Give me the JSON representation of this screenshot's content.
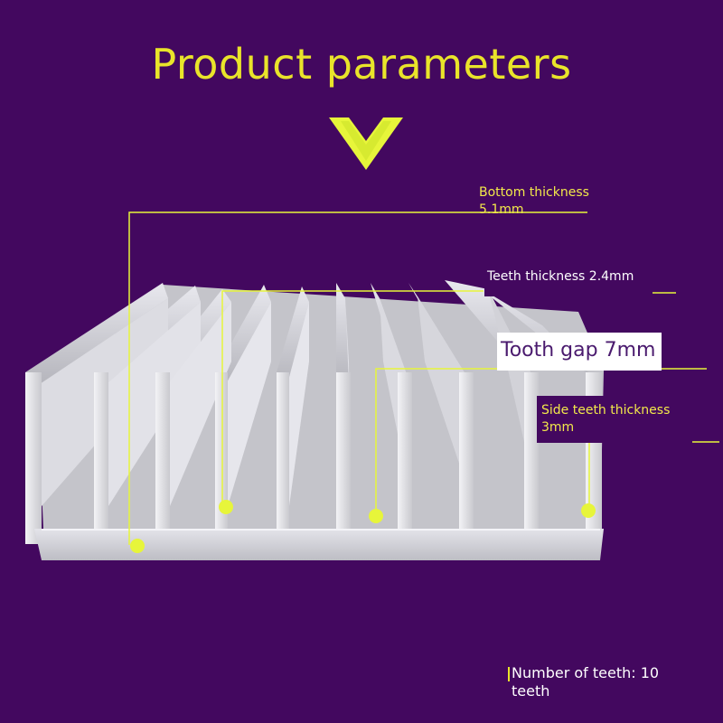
{
  "title": "Product parameters",
  "labels": {
    "bottom_thickness_line1": "Bottom thickness",
    "bottom_thickness_line2": "5.1mm",
    "teeth_thickness": "Teeth thickness 2.4mm",
    "tooth_gap": "Tooth gap 7mm",
    "side_teeth_line1": "Side teeth thickness",
    "side_teeth_line2": "3mm",
    "teeth_count_line1": "Number of teeth: 10",
    "teeth_count_line2": "teeth"
  },
  "colors": {
    "background": "#43085f",
    "accent": "#e9e42a",
    "marker": "#e7f53a",
    "metal": "#d8d8dc"
  },
  "icons": {
    "chevron": "chevron-down-icon"
  }
}
